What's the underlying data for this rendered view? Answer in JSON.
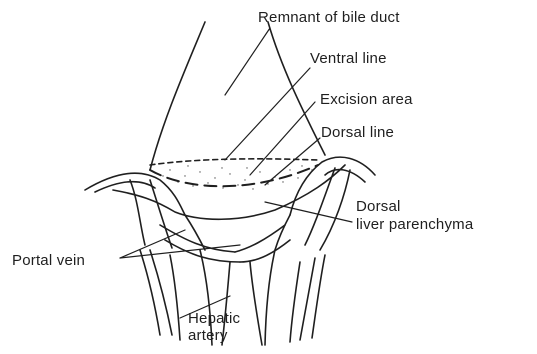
{
  "labels": {
    "remnant_bile_duct": "Remnant of bile duct",
    "ventral_line": "Ventral line",
    "excision_area": "Excision area",
    "dorsal_line": "Dorsal line",
    "dorsal_liver_line1": "Dorsal",
    "dorsal_liver_line2": "liver parenchyma",
    "portal_vein": "Portal vein",
    "hepatic_artery_line1": "Hepatic",
    "hepatic_artery_line2": "artery"
  },
  "colors": {
    "ink": "#1f1f1f",
    "background": "#ffffff"
  }
}
